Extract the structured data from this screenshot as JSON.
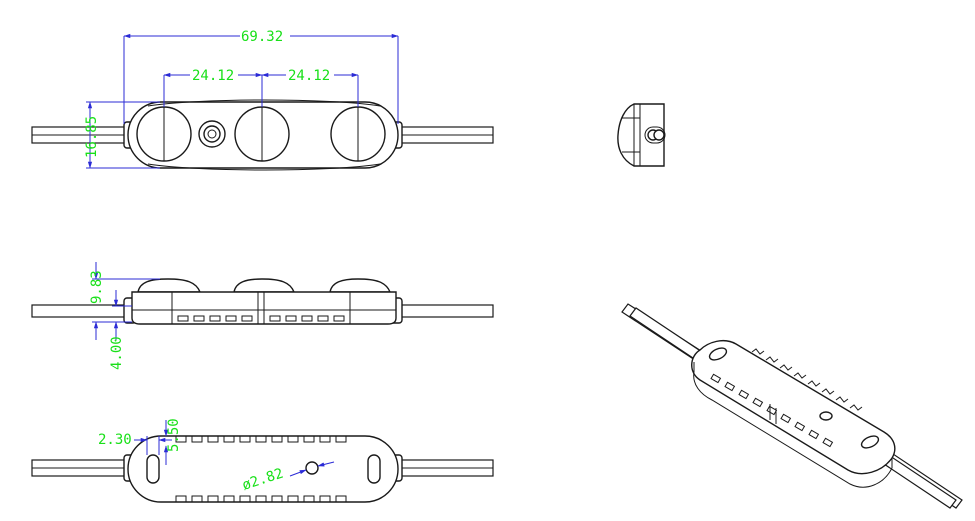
{
  "colors": {
    "dimension_text": "#19e019",
    "dimension_line": "#2b2bd6",
    "outline": "#1a1a1a",
    "background": "#ffffff"
  },
  "views": {
    "top": {
      "overall_length": "69.32",
      "pitch_left": "24.12",
      "pitch_right": "24.12",
      "height": "16.85"
    },
    "side": {
      "total_height": "9.83",
      "base_height": "4.00"
    },
    "bottom": {
      "slot_width": "2.30",
      "slot_height": "5.50",
      "hole_diameter": "ø2.82"
    }
  }
}
